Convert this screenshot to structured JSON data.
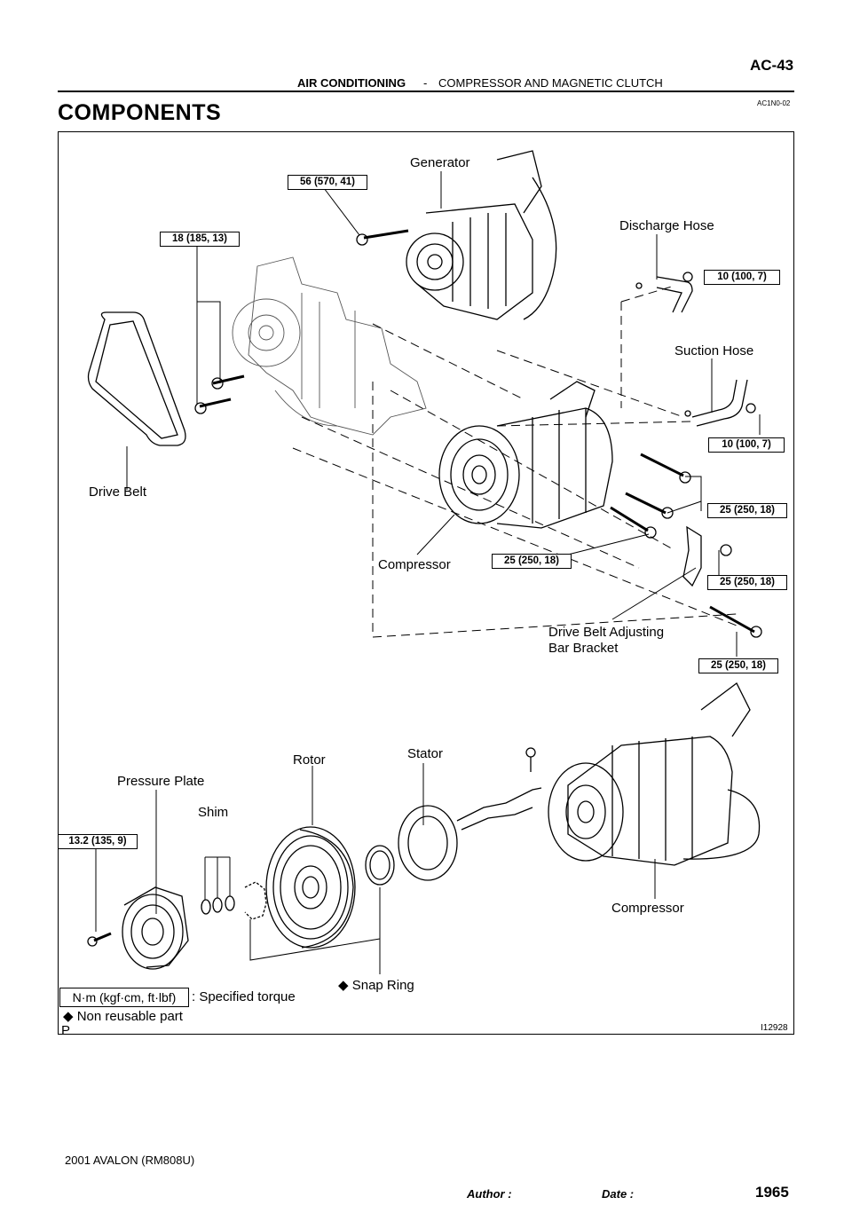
{
  "header": {
    "section": "AIR CONDITIONING",
    "separator": "-",
    "subsection": "COMPRESSOR AND MAGNETIC CLUTCH",
    "page_code": "AC-43"
  },
  "title": "COMPONENTS",
  "doc_code": "AC1N0-02",
  "labels": {
    "generator": "Generator",
    "discharge_hose": "Discharge Hose",
    "suction_hose": "Suction Hose",
    "drive_belt": "Drive Belt",
    "compressor_upper": "Compressor",
    "adjusting_bracket_line1": "Drive Belt Adjusting",
    "adjusting_bracket_line2": "Bar Bracket",
    "pressure_plate": "Pressure Plate",
    "rotor": "Rotor",
    "stator": "Stator",
    "shim": "Shim",
    "compressor_lower": "Compressor",
    "snap_ring": "Snap Ring"
  },
  "torque_specs": {
    "generator_bolt": "56 (570, 41)",
    "bracket_bolt": "18 (185, 13)",
    "discharge_bolt": "10 (100, 7)",
    "suction_bolt": "10 (100, 7)",
    "compressor_bolt_a": "25 (250, 18)",
    "compressor_bolt_b": "25 (250, 18)",
    "compressor_nut": "25 (250, 18)",
    "compressor_bolt_c": "25 (250, 18)",
    "pressure_plate_bolt": "13.2 (135, 9)"
  },
  "legend": {
    "unit_box": "N·m (kgf·cm, ft·lbf)",
    "specified_torque": ": Specified torque",
    "non_reusable": "Non reusable part",
    "diamond_symbol": "◆"
  },
  "figure": {
    "corner_mark": "P",
    "figure_id": "I12928"
  },
  "footer": {
    "model": "2001 AVALON   (RM808U)",
    "author_label": "Author :",
    "date_label": "Date :",
    "page_number": "1965"
  }
}
